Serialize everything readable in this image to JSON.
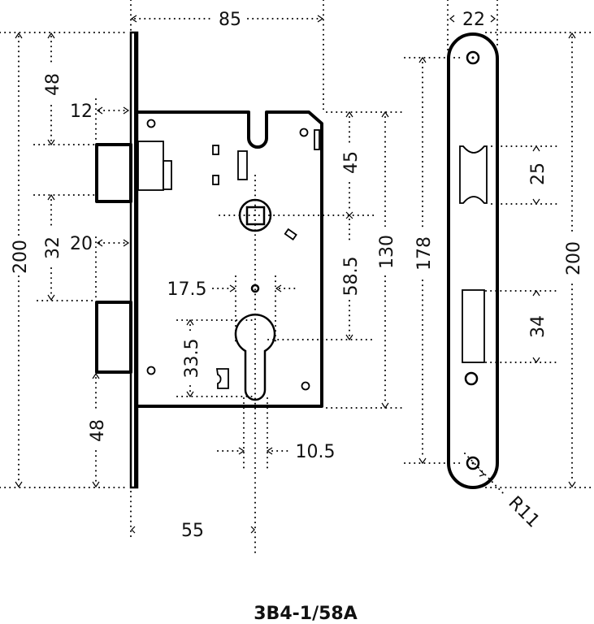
{
  "drawing": {
    "title": "3B4-1/58A",
    "units": "mm",
    "lock_body": {
      "dimensions": {
        "backset_total_width": "85",
        "latch_projection": "12",
        "bolt_projection": "20",
        "top_to_latch": "48",
        "latch_to_bolt": "32",
        "bolt_to_bottom": "48",
        "faceplate_height": "200",
        "top_to_spindle": "45",
        "spindle_to_cylinder": "58.5",
        "case_height": "130",
        "cylinder_width_top": "17.5",
        "cylinder_height": "33.5",
        "cylinder_width_bottom": "10.5",
        "backset": "55"
      }
    },
    "strike_plate": {
      "dimensions": {
        "width": "22",
        "latch_opening": "25",
        "bolt_opening": "34",
        "screw_spacing": "178",
        "height": "200",
        "radius": "R11"
      }
    }
  }
}
